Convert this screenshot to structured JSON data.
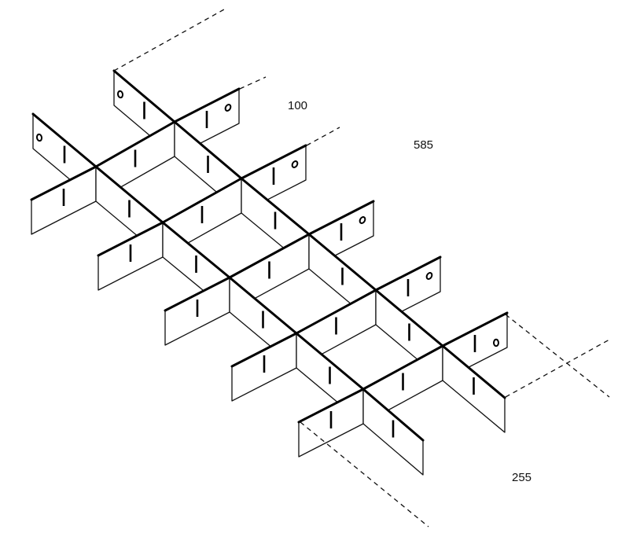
{
  "figure": {
    "type": "isometric drawer divider grid",
    "dimension_labels": {
      "depth": "100",
      "length": "585",
      "width": "255"
    }
  }
}
